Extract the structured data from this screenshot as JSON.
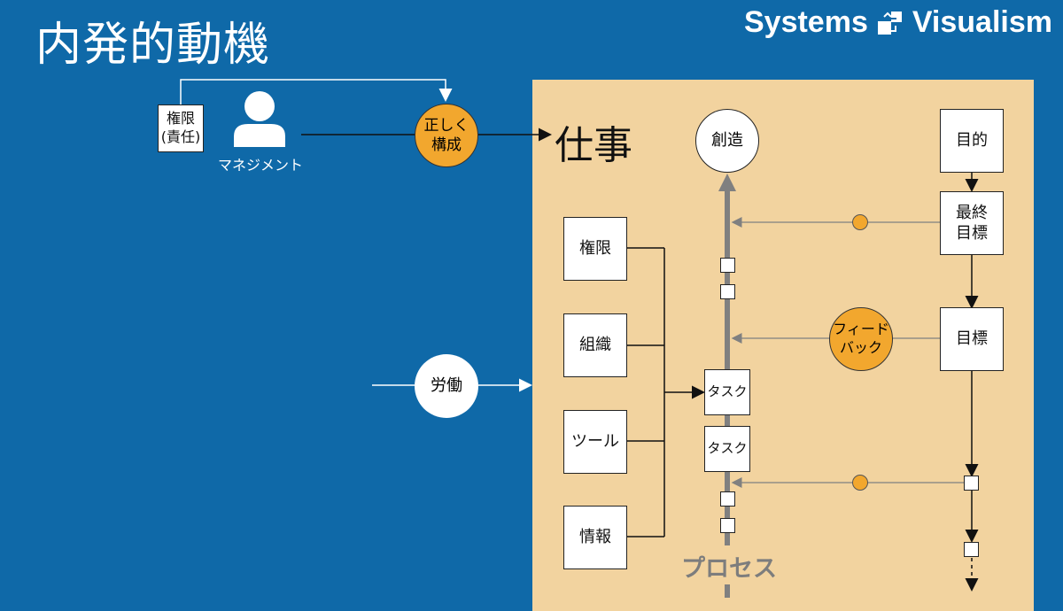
{
  "title": "内発的動機",
  "brand": {
    "left": "Systems",
    "right": "Visualism"
  },
  "left": {
    "authority_box": "権限\n(責任)",
    "management_label": "マネジメント",
    "structure_circle": "正しく\n構成",
    "labor_circle": "労働"
  },
  "work_label": "仕事",
  "creation": "創造",
  "inputs": {
    "authority": "権限",
    "organization": "組織",
    "tools": "ツール",
    "information": "情報"
  },
  "tasks": [
    "タスク",
    "タスク"
  ],
  "process_label": "プロセス",
  "right_chain": {
    "purpose": "目的",
    "final_goal": "最終\n目標",
    "goal": "目標",
    "feedback": "フィード\nバック"
  },
  "colors": {
    "background": "#0f69a8",
    "panel": "#f2d39f",
    "accent_orange": "#f2a72e",
    "process_gray": "#808080"
  }
}
